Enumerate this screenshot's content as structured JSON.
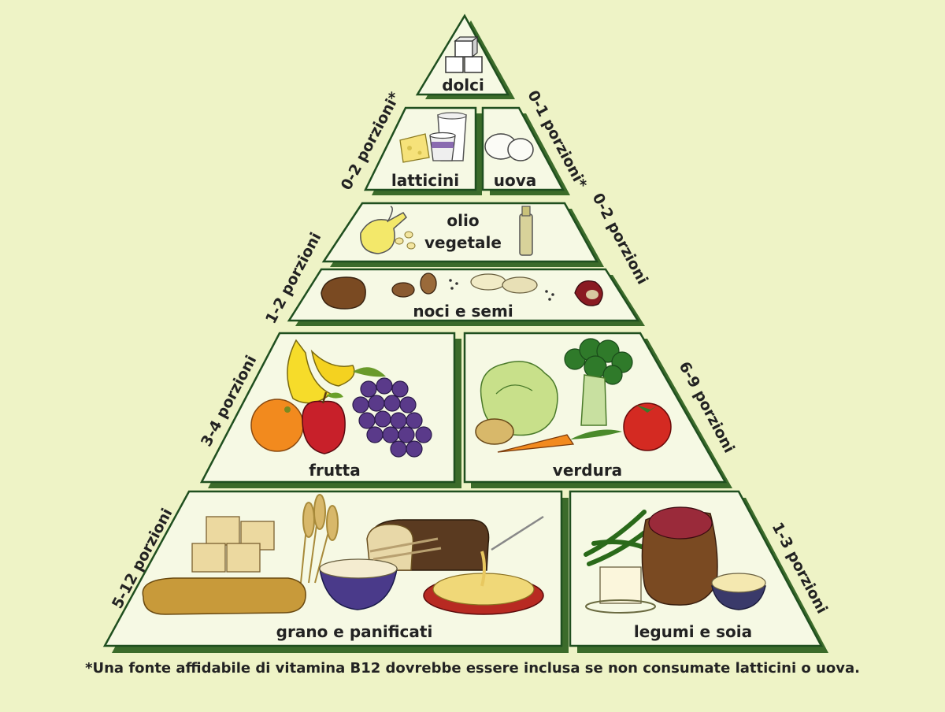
{
  "colors": {
    "background": "#eef3c6",
    "cell_fill": "#f6f9e4",
    "cell_border": "#1f4f1f",
    "shadow": "#3b6b2a",
    "text": "#222222"
  },
  "tiers": {
    "dolci": {
      "label": "dolci"
    },
    "latticini": {
      "label": "latticini"
    },
    "uova": {
      "label": "uova"
    },
    "olio": {
      "label_line1": "olio",
      "label_line2": "vegetale"
    },
    "noci": {
      "label": "noci e semi"
    },
    "frutta": {
      "label": "frutta"
    },
    "verdura": {
      "label": "verdura"
    },
    "grano": {
      "label": "grano e panificati"
    },
    "legumi": {
      "label": "legumi e soia"
    }
  },
  "servings": {
    "latticini": "0-2 porzioni*",
    "uova": "0-1 porzioni*",
    "olio": "0-2 porzioni",
    "noci": "1-2 porzioni",
    "frutta": "3-4 porzioni",
    "verdura": "6-9 porzioni",
    "grano": "5-12 porzioni",
    "legumi": "1-3 porzioni"
  },
  "icons": {
    "dolci": "sugar-cubes",
    "latticini": "milk-cheese-yogurt",
    "uova": "eggs",
    "olio": "oil-cruet-bottle",
    "noci": "nuts-seeds",
    "frutta": "banana-orange-apple-grapes",
    "verdura": "lettuce-broccoli-carrot-tomato-potato",
    "grano": "bread-crackers-wheat-rice-pasta",
    "legumi": "beans-sack-tofu-green-beans"
  },
  "footnote": "*Una fonte affidabile di vitamina B12 dovrebbe essere inclusa se non consumate latticini o uova."
}
